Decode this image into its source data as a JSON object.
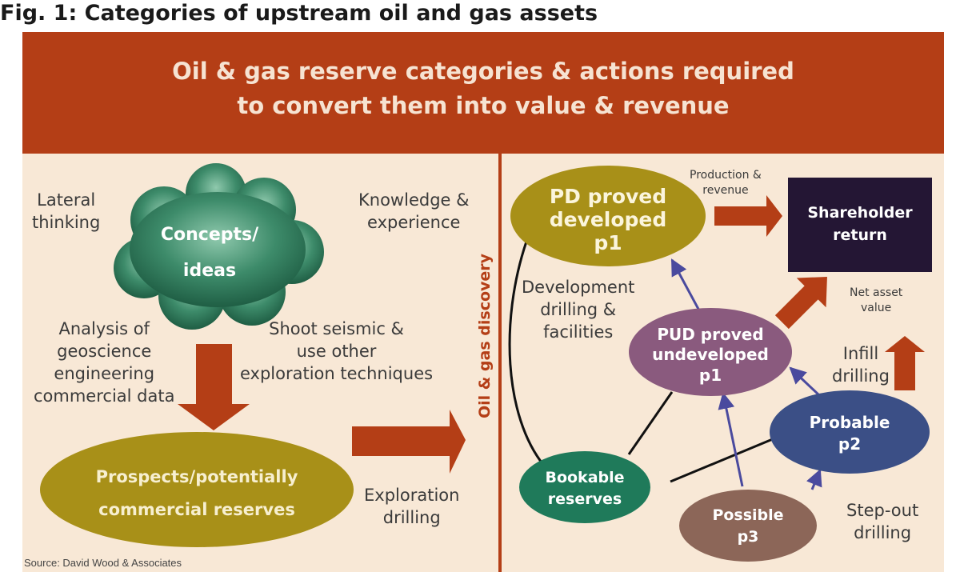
{
  "figure_title": "Fig. 1: Categories of upstream oil and gas assets",
  "banner": {
    "line1": "Oil & gas reserve categories & actions required",
    "line2": "to convert them into value & revenue"
  },
  "left": {
    "lateral_thinking": [
      "Lateral",
      "thinking"
    ],
    "knowledge": [
      "Knowledge &",
      "experience"
    ],
    "concepts": [
      "Concepts/",
      "ideas"
    ],
    "analysis": [
      "Analysis of",
      "geoscience",
      "engineering",
      "commercial data"
    ],
    "seismic": [
      "Shoot seismic &",
      "use other",
      "exploration techniques"
    ],
    "prospects": [
      "Prospects/potentially",
      "commercial reserves"
    ],
    "exploration_drilling": [
      "Exploration",
      "drilling"
    ]
  },
  "divider_label": "Oil & gas discovery",
  "right": {
    "pd": [
      "PD proved",
      "developed",
      "p1"
    ],
    "production": [
      "Production &",
      "revenue"
    ],
    "shareholder": [
      "Shareholder",
      "return"
    ],
    "development": [
      "Development",
      "drilling &",
      "facilities"
    ],
    "net_asset": [
      "Net asset",
      "value"
    ],
    "pud": [
      "PUD proved",
      "undeveloped",
      "p1"
    ],
    "infill": [
      "Infill",
      "drilling"
    ],
    "probable": [
      "Probable",
      "p2"
    ],
    "bookable": [
      "Bookable",
      "reserves"
    ],
    "possible": [
      "Possible",
      "p3"
    ],
    "stepout": [
      "Step-out",
      "drilling"
    ]
  },
  "source": "Source: David Wood & Associates",
  "colors": {
    "banner": "#b43e16",
    "background": "#f8e8d6",
    "cloud": "#2f7a5c",
    "olive": "#a89018",
    "green": "#1f7a5a",
    "mauve": "#8a5a7e",
    "navy": "#3b4f86",
    "brown": "#8c6658",
    "shareholder": "#241634",
    "arrow": "#b43e16",
    "connector": "#4a4a9e"
  }
}
